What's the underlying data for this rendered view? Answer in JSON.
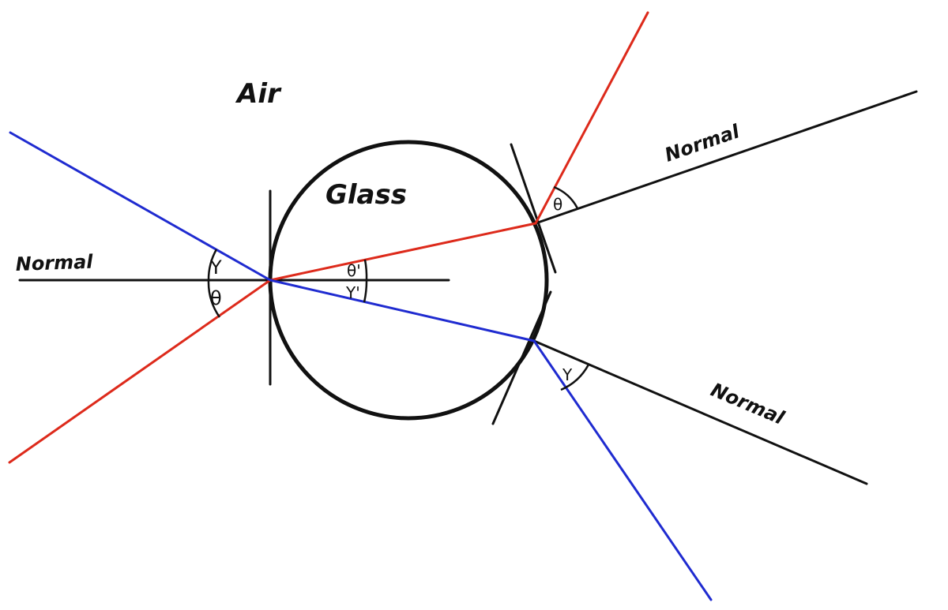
{
  "labels": {
    "air": "Air",
    "glass": "Glass",
    "normal_left": "Normal",
    "normal_upper_right": "Normal",
    "normal_lower_right": "Normal"
  },
  "angles": {
    "gamma_left": "Y",
    "theta_left": "θ",
    "theta_prime": "θ'",
    "gamma_prime": "Y'",
    "theta_exit": "θ",
    "gamma_exit": "Y"
  },
  "colors": {
    "red_ray": "#dd2a1b",
    "blue_ray": "#1f2bd0",
    "black": "#111111"
  }
}
